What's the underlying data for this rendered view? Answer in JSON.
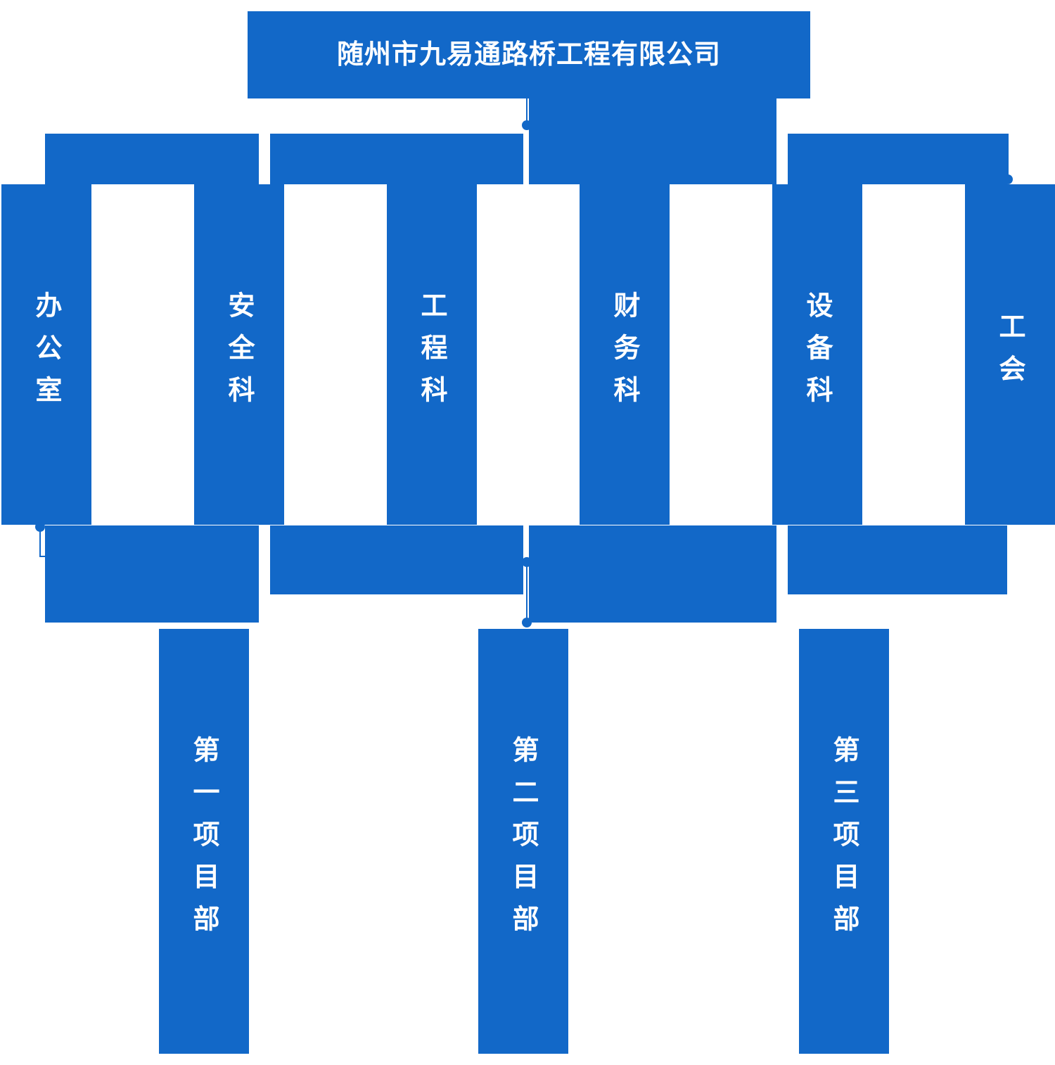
{
  "theme": {
    "brand_blue": "#1268c8",
    "text_on_brand": "#ffffff",
    "background": "#ffffff"
  },
  "chart": {
    "type": "org-chart",
    "root": {
      "label": "随州市九易通路桥工程有限公司"
    },
    "departments": [
      {
        "label": "办公室"
      },
      {
        "label": "安全科"
      },
      {
        "label": "工程科"
      },
      {
        "label": "财务科"
      },
      {
        "label": "设备科"
      },
      {
        "label": "工会"
      }
    ],
    "projects": [
      {
        "label": "第一项目部"
      },
      {
        "label": "第二项目部"
      },
      {
        "label": "第三项目部"
      }
    ]
  }
}
